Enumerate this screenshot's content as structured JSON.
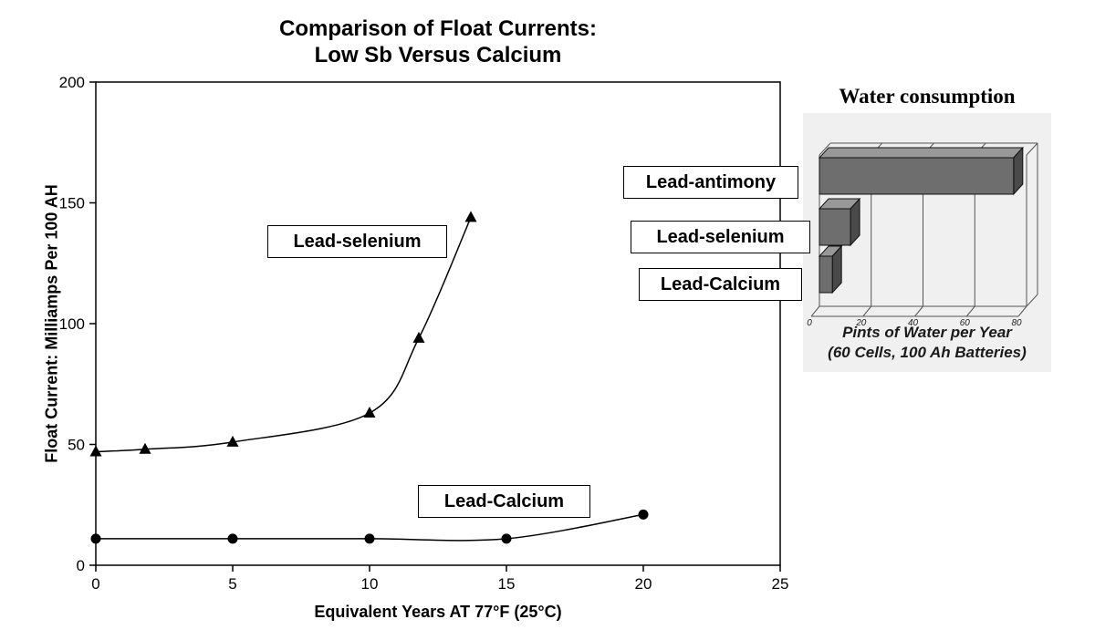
{
  "main_chart": {
    "title_line1": "Comparison of Float Currents:",
    "title_line2": "Low Sb Versus Calcium",
    "xlabel": "Equivalent Years AT 77°F (25°C)",
    "ylabel": "Float Current: Milliamps Per 100 AH",
    "series_label_selenium": "Lead-selenium",
    "series_label_calcium": "Lead-Calcium"
  },
  "water_chart": {
    "title": "Water consumption",
    "caption_line1": "Pints of Water per Year",
    "caption_line2": "(60 Cells, 100 Ah Batteries)",
    "label_antimony": "Lead-antimony",
    "label_selenium": "Lead-selenium",
    "label_calcium": "Lead-Calcium"
  },
  "chart_data": [
    {
      "type": "line",
      "title": "Comparison of Float Currents: Low Sb Versus Calcium",
      "xlabel": "Equivalent Years AT 77°F (25°C)",
      "ylabel": "Float Current: Milliamps Per 100 AH",
      "xlim": [
        0,
        25
      ],
      "ylim": [
        0,
        200
      ],
      "xticks": [
        0,
        5,
        10,
        15,
        20,
        25
      ],
      "yticks": [
        0,
        50,
        100,
        150,
        200
      ],
      "grid": false,
      "legend": "none",
      "annotations": [
        "Lead-selenium",
        "Lead-Calcium"
      ],
      "series": [
        {
          "name": "Lead-selenium",
          "marker": "triangle",
          "points": [
            [
              0,
              47
            ],
            [
              1.8,
              48
            ],
            [
              5,
              51
            ],
            [
              10,
              63
            ],
            [
              11.8,
              94
            ],
            [
              13.7,
              144
            ]
          ]
        },
        {
          "name": "Lead-Calcium",
          "marker": "circle",
          "points": [
            [
              0,
              11
            ],
            [
              5,
              11
            ],
            [
              10,
              11
            ],
            [
              15,
              11
            ],
            [
              20,
              21
            ]
          ]
        }
      ],
      "line_color": "#000000"
    },
    {
      "type": "bar",
      "orientation": "horizontal",
      "title": "Water consumption",
      "categories": [
        "Lead-antimony",
        "Lead-selenium",
        "Lead-Calcium"
      ],
      "values": [
        75,
        12,
        5
      ],
      "xlim": [
        0,
        80
      ],
      "xticks": [
        0,
        20,
        40,
        60,
        80
      ],
      "xlabel": "Pints of Water per Year (60 Cells, 100 Ah Batteries)",
      "bar_fill_front": "#6e6e6e",
      "bar_fill_top": "#989898",
      "bar_fill_side": "#4a4a4a",
      "panel_bg": "#f0f0f0"
    }
  ]
}
